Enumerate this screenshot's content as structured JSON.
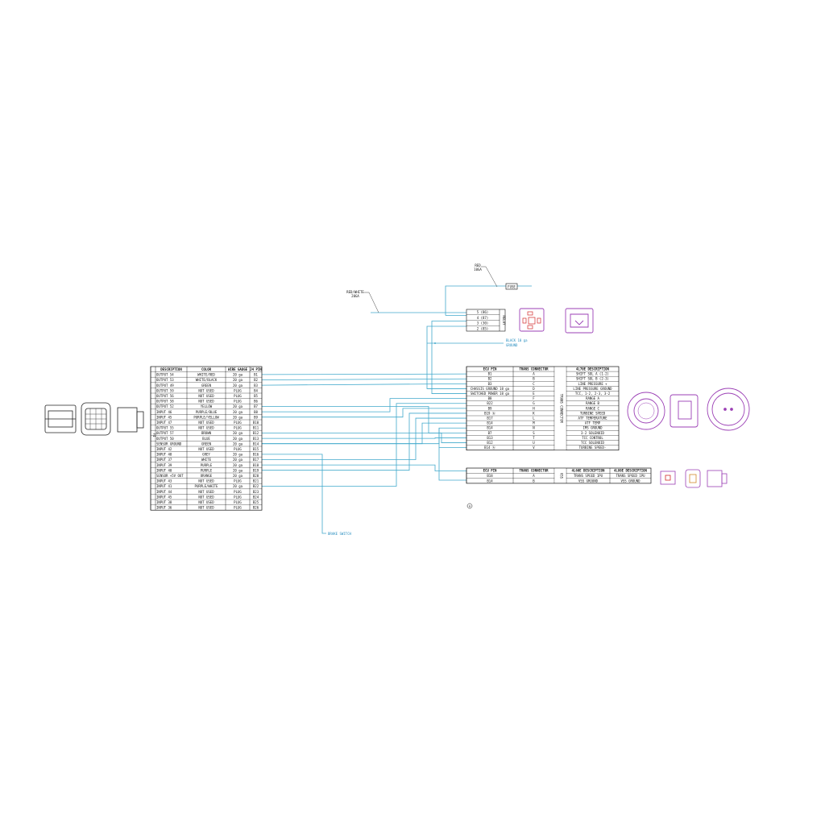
{
  "colors": {
    "wire": "#41a9cc",
    "connector": "#9b3fb5",
    "line": "#111111",
    "pin_red": "#d22a2a"
  },
  "left_table": {
    "side_label": "F4",
    "headers": [
      "DESCRIPTION",
      "COLOR",
      "WIRE GAUGE",
      "J4 PIN"
    ],
    "rows": [
      [
        "OUTPUT 54",
        "WHITE/RED",
        "20 ga",
        "B1"
      ],
      [
        "OUTPUT 53",
        "WHITE/BLACK",
        "20 ga",
        "B2"
      ],
      [
        "OUTPUT 49",
        "GREEN",
        "20 ga",
        "B3"
      ],
      [
        "OUTPUT 59",
        "NOT USED",
        "PLUG",
        "B4"
      ],
      [
        "OUTPUT 56",
        "NOT USED",
        "PLUG",
        "B5"
      ],
      [
        "OUTPUT 58",
        "NOT USED",
        "PLUG",
        "B6"
      ],
      [
        "OUTPUT 52",
        "YELLOW",
        "20 ga",
        "B7"
      ],
      [
        "INPUT 46",
        "PURPLE/BLUE",
        "20 ga",
        "B8"
      ],
      [
        "INPUT 45",
        "PURPLE/YELLOW",
        "20 ga",
        "B9"
      ],
      [
        "INPUT 47",
        "NOT USED",
        "PLUG",
        "B10"
      ],
      [
        "OUTPUT 55",
        "NOT USED",
        "PLUG",
        "B11"
      ],
      [
        "OUTPUT 57",
        "BROWN",
        "20 ga",
        "B12"
      ],
      [
        "OUTPUT 50",
        "BLUE",
        "20 ga",
        "B13"
      ],
      [
        "SENSOR GROUND",
        "GREEN",
        "20 ga",
        "B14"
      ],
      [
        "INPUT 42",
        "NOT USED",
        "PLUG",
        "B15"
      ],
      [
        "INPUT 48",
        "GREY",
        "20 ga",
        "B16"
      ],
      [
        "INPUT 37",
        "WHITE",
        "20 ga",
        "B17"
      ],
      [
        "INPUT 39",
        "PURPLE",
        "20 ga",
        "B18"
      ],
      [
        "INPUT 40",
        "PURPLE",
        "20 ga",
        "B19"
      ],
      [
        "SENSOR +5V OUT",
        "ORANGE",
        "20 ga",
        "B20"
      ],
      [
        "INPUT 43",
        "NOT USED",
        "PLUG",
        "B21"
      ],
      [
        "INPUT 41",
        "PURPLE/WHITE",
        "20 ga",
        "B22"
      ],
      [
        "INPUT 44",
        "NOT USED",
        "PLUG",
        "B23"
      ],
      [
        "INPUT 45",
        "NOT USED",
        "PLUG",
        "B24"
      ],
      [
        "INPUT 38",
        "NOT USED",
        "PLUG",
        "B25"
      ],
      [
        "INPUT 36",
        "NOT USED",
        "PLUG",
        "B26"
      ]
    ]
  },
  "trans_table": {
    "side_label": "TRANS CONNECTOR",
    "headers": [
      "ECU PIN",
      "TRANS CONNECTOR",
      "4L70E DESCRIPTION"
    ],
    "rows": [
      [
        "B1",
        "A",
        "SHIFT SOL A (1-2)"
      ],
      [
        "B2",
        "B",
        "SHIFT SOL B (2-3)"
      ],
      [
        "B3",
        "C",
        "LINE PRESSURE +"
      ],
      [
        "CHASSIS GROUND 18 ga",
        "D",
        "LINE PRESSURE GROUND"
      ],
      [
        "SWITCHED POWER 18 ga",
        "E",
        "TCC, 1-2, 2-3, 3-2"
      ],
      [
        "B8",
        "F",
        "RANGE A"
      ],
      [
        "B22",
        "G",
        "RANGE B"
      ],
      [
        "B9",
        "H",
        "RANGE C"
      ],
      [
        "B19 Ⓐ",
        "K",
        "TURBINE SPEED"
      ],
      [
        "B17",
        "L",
        "ATF TEMPERATURE"
      ],
      [
        "B14",
        "M",
        "ATF TEMP"
      ],
      [
        "B14",
        "N",
        "IMS GROUND"
      ],
      [
        "B7",
        "S",
        "3-2 SOLENOID"
      ],
      [
        "B13",
        "T",
        "TCC CONTROL"
      ],
      [
        "B12",
        "U",
        "TCC SOLENOID"
      ],
      [
        "B14 Ⓐ",
        "V",
        "TURBINE SPEED-"
      ]
    ]
  },
  "vss_table": {
    "side_label": "VSS",
    "headers": [
      "ECU PIN",
      "TRANS CONNECTOR",
      "4L60E DESCRIPTION",
      "4L80E DESCRIPTION"
    ],
    "rows": [
      [
        "B18",
        "A",
        "TRANS SPEED 1PU",
        "TRANS SPEED 1PU"
      ],
      [
        "B14",
        "B",
        "VSS GROUND",
        "VSS GROUND"
      ]
    ]
  },
  "relay": {
    "label": "RELAY",
    "pins": [
      "5 (86)",
      "4 (87)",
      "3 (30)",
      "2 (85)"
    ]
  },
  "fuse": {
    "label": "FUSE"
  },
  "labels": {
    "red_wire": [
      "RED",
      "10GA"
    ],
    "red_white_wire": [
      "RED/WHITE",
      "20GA"
    ],
    "ground": [
      "BLACK 10 ga",
      "GROUND"
    ],
    "brake_switch": "BRAKE SWITCH",
    "note_marker": "A"
  }
}
